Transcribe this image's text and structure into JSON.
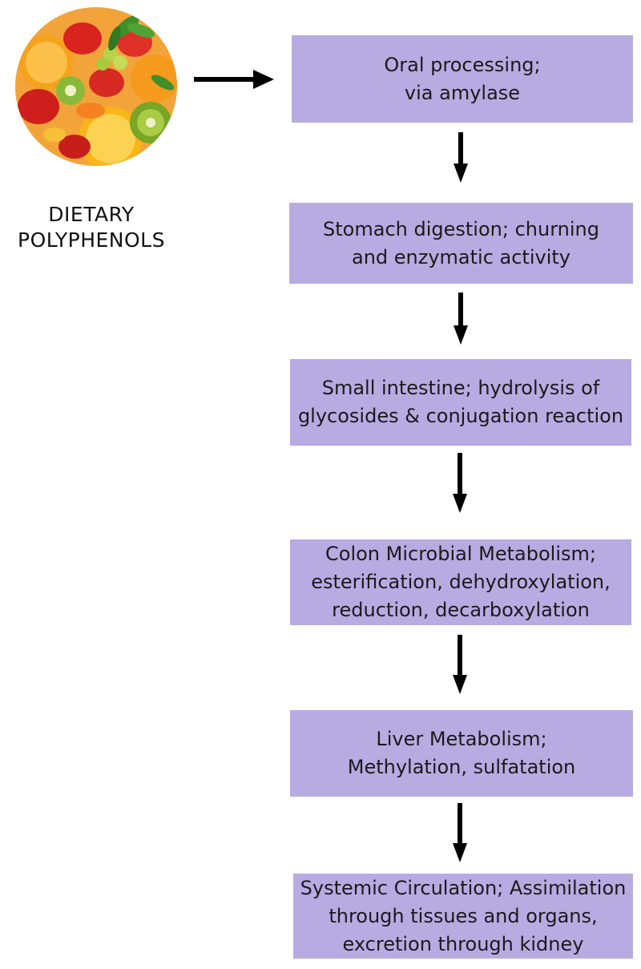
{
  "source": {
    "image": "mixed-fruit-salad",
    "label_lines": [
      "DIETARY",
      "POLYPHENOLS"
    ]
  },
  "colors": {
    "box_fill": "#b8abe2",
    "arrow": "#000000",
    "text": "#1a1a1a"
  },
  "steps": [
    {
      "lines": [
        "Oral processing;",
        "via amylase"
      ]
    },
    {
      "lines": [
        "Stomach digestion; churning",
        "and enzymatic activity"
      ]
    },
    {
      "lines": [
        "Small intestine; hydrolysis of",
        "glycosides & conjugation reaction"
      ]
    },
    {
      "lines": [
        "Colon Microbial Metabolism;",
        "esterification, dehydroxylation,",
        "reduction, decarboxylation"
      ]
    },
    {
      "lines": [
        "Liver Metabolism;",
        "Methylation, sulfatation"
      ]
    },
    {
      "lines": [
        "Systemic Circulation; Assimilation",
        "through tissues and organs,",
        "excretion through kidney"
      ]
    }
  ]
}
